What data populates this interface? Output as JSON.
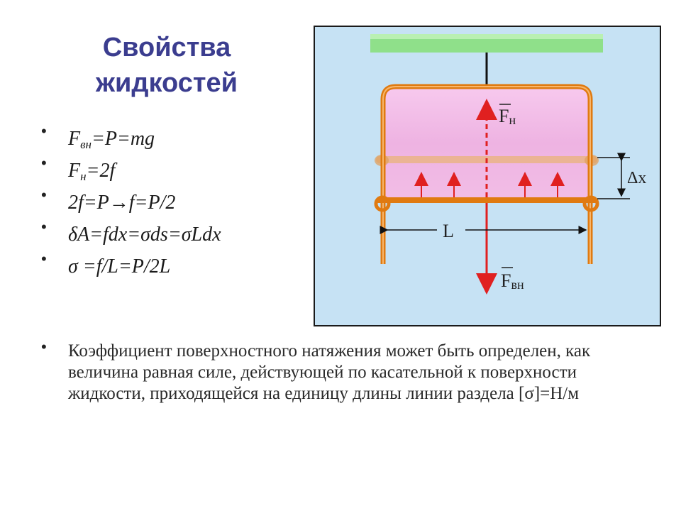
{
  "title": {
    "line1": "Свойства",
    "line2": "жидкостей"
  },
  "formulas": [
    {
      "main": "F",
      "sub": "вн",
      "rest": "=P=mg"
    },
    {
      "main": "F",
      "sub": "н",
      "rest": "=2f"
    },
    {
      "main": "2f=P→f=P/2",
      "sub": "",
      "rest": ""
    },
    {
      "main": "δA=fdx=σds=σLdx",
      "sub": "",
      "rest": ""
    },
    {
      "main": "σ =f/L=P/2L",
      "sub": "",
      "rest": ""
    }
  ],
  "bullet_symbol": "•",
  "figure": {
    "label_fn_main": "F",
    "label_fn_sub": "н",
    "label_fvn_main": "F",
    "label_fvn_sub": "вн",
    "label_dx": "Δx",
    "label_L": "L",
    "colors": {
      "background": "#c6e2f4",
      "wire": "#e07a10",
      "film": "#f2bde6",
      "arrow": "#e02020",
      "ceiling": "#8fe08a"
    }
  },
  "description": "Коэффициент поверхностного натяжения может быть определен, как величина равная силе, действующей по касательной к поверхности жидкости, приходящейся на единицу длины линии раздела [σ]=Н/м"
}
